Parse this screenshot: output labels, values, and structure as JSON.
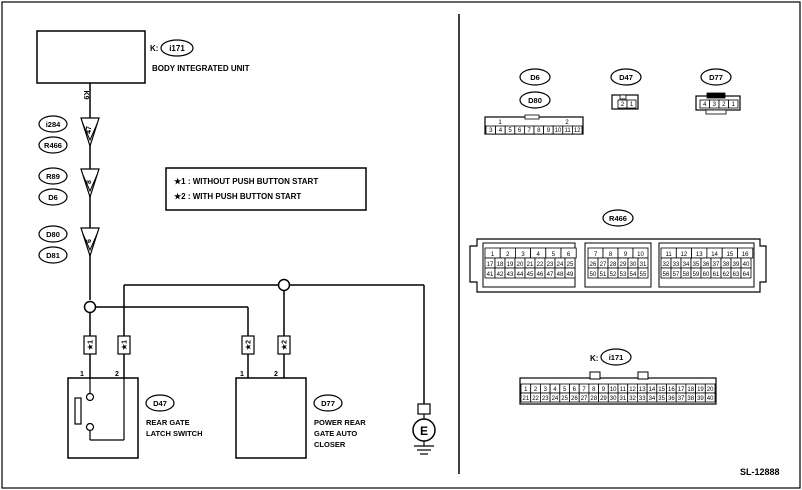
{
  "diagram_id": "SL-12888",
  "legend": {
    "item1": "★1  : WITHOUT PUSH BUTTON START",
    "item2": "★2  : WITH PUSH BUTTON START"
  },
  "unit": {
    "prefix": "K:",
    "connector": "i171",
    "name": "BODY INTEGRATED UNIT",
    "terminal": "K9"
  },
  "wire_connectors": [
    {
      "top": "i284",
      "bottom": "R466",
      "pin": "47"
    },
    {
      "top": "R89",
      "bottom": "D6",
      "pin": "8"
    },
    {
      "top": "D80",
      "bottom": "D81",
      "pin": "6"
    }
  ],
  "star_labels": [
    "★1",
    "★1",
    "★2",
    "★2"
  ],
  "switch": {
    "connector": "D47",
    "name_line1": "REAR GATE",
    "name_line2": "LATCH SWITCH",
    "pin_a": "1",
    "pin_b": "2"
  },
  "closer": {
    "connector": "D77",
    "name_line1": "POWER REAR",
    "name_line2": "GATE AUTO",
    "name_line3": "CLOSER",
    "pin_a": "1",
    "pin_b": "2"
  },
  "ground_label": "E",
  "right_panel": {
    "d6": "D6",
    "d80": "D80",
    "d47": "D47",
    "d77": "D77",
    "r466": "R466",
    "i171_prefix": "K:",
    "i171": "i171",
    "d6_top": [
      "1",
      "2"
    ],
    "d6_bottom": [
      "3",
      "4",
      "5",
      "6",
      "7",
      "8",
      "9",
      "10",
      "11",
      "12"
    ],
    "d47_pins": [
      "2",
      "1"
    ],
    "d77_pins": [
      "4",
      "3",
      "2",
      "1"
    ],
    "r466_left_top": [
      "1",
      "2",
      "3",
      "4",
      "5",
      "6"
    ],
    "r466_left_mid": [
      "17",
      "18",
      "19",
      "20",
      "21",
      "22",
      "23",
      "24",
      "25"
    ],
    "r466_left_bot": [
      "41",
      "42",
      "43",
      "44",
      "45",
      "46",
      "47",
      "48",
      "49"
    ],
    "r466_center_top": [
      "7",
      "8",
      "9",
      "10"
    ],
    "r466_center_mid": [
      "26",
      "27",
      "28",
      "29",
      "30",
      "31"
    ],
    "r466_center_bot": [
      "50",
      "51",
      "52",
      "53",
      "54",
      "55"
    ],
    "r466_right_top": [
      "11",
      "12",
      "13",
      "14",
      "15",
      "16"
    ],
    "r466_right_mid": [
      "32",
      "33",
      "34",
      "35",
      "36",
      "37",
      "38",
      "39",
      "40"
    ],
    "r466_right_bot": [
      "56",
      "57",
      "58",
      "59",
      "60",
      "61",
      "62",
      "63",
      "64"
    ],
    "i171_top": [
      "1",
      "2",
      "3",
      "4",
      "5",
      "6",
      "7",
      "8",
      "9",
      "10",
      "11",
      "12",
      "13",
      "14",
      "15",
      "16",
      "17",
      "18",
      "19",
      "20"
    ],
    "i171_bottom": [
      "21",
      "22",
      "23",
      "24",
      "25",
      "26",
      "27",
      "28",
      "29",
      "30",
      "31",
      "32",
      "33",
      "34",
      "35",
      "36",
      "37",
      "38",
      "39",
      "40"
    ]
  }
}
